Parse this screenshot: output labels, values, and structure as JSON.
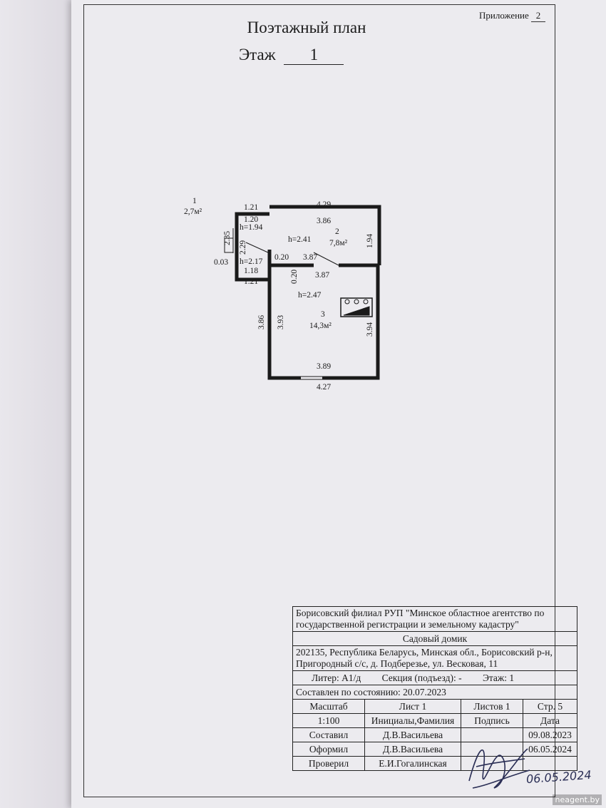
{
  "header": {
    "appendix_label": "Приложение",
    "appendix_number": "2",
    "title": "Поэтажный план",
    "floor_label": "Этаж",
    "floor_number": "1"
  },
  "plan": {
    "rooms": [
      {
        "number": "1",
        "area": "2,7м²",
        "height": "h=1.94"
      },
      {
        "number": "",
        "area": "",
        "height": "h=2.17"
      },
      {
        "number": "2",
        "area": "7,8м²",
        "height": "h=2.41"
      },
      {
        "number": "3",
        "area": "14,3м²",
        "height": "h=2.47"
      }
    ],
    "dimensions": {
      "d_121_top": "1.21",
      "d_120": "1.20",
      "d_429": "4.29",
      "d_386_top": "3.86",
      "d_235": "2.35",
      "d_229": "2.29",
      "d_194": "1.94",
      "d_003": "0.03",
      "d_020_h": "0.20",
      "d_387_a": "3.87",
      "d_118": "1.18",
      "d_121_bottom": "1.21",
      "d_020_v": "0.20",
      "d_387_b": "3.87",
      "d_386_left": "3.86",
      "d_393": "3.93",
      "d_394": "3.94",
      "d_389": "3.89",
      "d_427": "4.27"
    }
  },
  "stamp": {
    "organization_line1": "Борисовский филиал РУП \"Минское областное агентство по",
    "organization_line2": "государственной регистрации и земельному кадастру\"",
    "object": "Садовый домик",
    "address_line1": "202135, Республика Беларусь, Минская обл., Борисовский р-н,",
    "address_line2": "Пригородный с/с, д. Подберезье, ул. Весковая, 11",
    "liter": "Литер: А1/д",
    "section": "Секция (подъезд): -",
    "floor": "Этаж: 1",
    "state_date": "Составлен по состоянию: 20.07.2023",
    "scale_label": "Масштаб",
    "sheet_label": "Лист   1",
    "sheets_label": "Листов 1",
    "page_label": "Стр. 5",
    "scale_value": "1:100",
    "initials_header": "Инициалы,Фамилия",
    "signature_header": "Подпись",
    "date_header": "Дата",
    "rows": [
      {
        "role": "Составил",
        "name": "Д.В.Васильева",
        "date": "09.08.2023"
      },
      {
        "role": "Оформил",
        "name": "Д.В.Васильева",
        "date": "06.05.2024"
      },
      {
        "role": "Проверил",
        "name": "Е.И.Гогалинская",
        "date": ""
      }
    ],
    "handwritten_date": "06.05.2024"
  },
  "watermark": "neagent.by",
  "colors": {
    "paper": "#ecebef",
    "ink": "#1a1a1a",
    "handwriting": "#2a2e55"
  }
}
